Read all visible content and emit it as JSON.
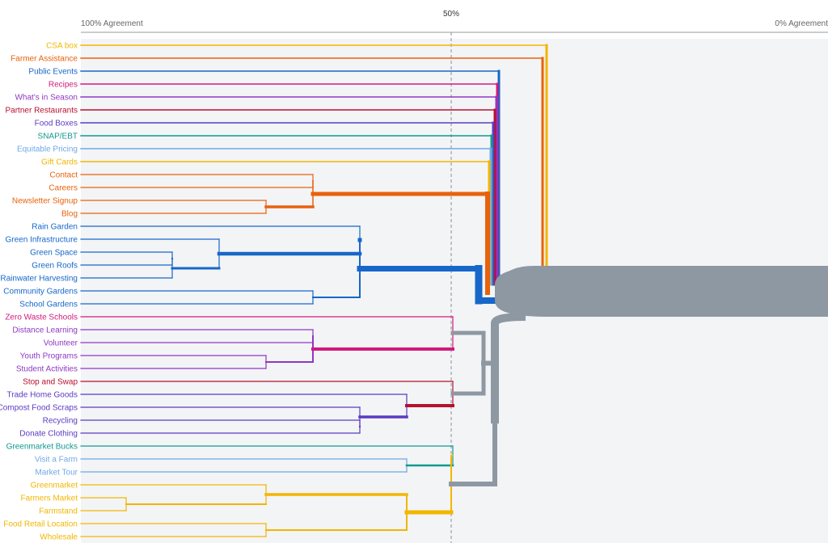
{
  "axis": {
    "left_label": "100% Agreement",
    "middle_label": "50%",
    "right_label": "0% Agreement"
  },
  "colors": {
    "background_panel": "#f3f4f6",
    "axis_line": "#999999",
    "midline": "#8a9099",
    "trunk": "#8e98a3"
  },
  "leaves": [
    {
      "label": "CSA box",
      "color": "#f2b600"
    },
    {
      "label": "Farmer Assistance",
      "color": "#e8620c"
    },
    {
      "label": "Public Events",
      "color": "#1667c9"
    },
    {
      "label": "Recipes",
      "color": "#d4197c"
    },
    {
      "label": "What's in Season",
      "color": "#8e38c2"
    },
    {
      "label": "Partner Restaurants",
      "color": "#b8102e"
    },
    {
      "label": "Food Boxes",
      "color": "#5a3bc4"
    },
    {
      "label": "SNAP/EBT",
      "color": "#12998f"
    },
    {
      "label": "Equitable Pricing",
      "color": "#6fa8e8"
    },
    {
      "label": "Gift Cards",
      "color": "#f2b600"
    },
    {
      "label": "Contact",
      "color": "#e8620c"
    },
    {
      "label": "Careers",
      "color": "#e8620c"
    },
    {
      "label": "Newsletter Signup",
      "color": "#e8620c"
    },
    {
      "label": "Blog",
      "color": "#e8620c"
    },
    {
      "label": "Rain Garden",
      "color": "#1667c9"
    },
    {
      "label": "Green Infrastructure",
      "color": "#1667c9"
    },
    {
      "label": "Green Space",
      "color": "#1667c9"
    },
    {
      "label": "Green Roofs",
      "color": "#1667c9"
    },
    {
      "label": "Rainwater Harvesting",
      "color": "#1667c9"
    },
    {
      "label": "Community Gardens",
      "color": "#1667c9"
    },
    {
      "label": "School Gardens",
      "color": "#1667c9"
    },
    {
      "label": "Zero Waste Schools",
      "color": "#d4197c"
    },
    {
      "label": "Distance Learning",
      "color": "#8e38c2"
    },
    {
      "label": "Volunteer",
      "color": "#8e38c2"
    },
    {
      "label": "Youth Programs",
      "color": "#8e38c2"
    },
    {
      "label": "Student Activities",
      "color": "#8e38c2"
    },
    {
      "label": "Stop and Swap",
      "color": "#b8102e"
    },
    {
      "label": "Trade Home Goods",
      "color": "#5a3bc4"
    },
    {
      "label": "Compost Food Scraps",
      "color": "#5a3bc4"
    },
    {
      "label": "Recycling",
      "color": "#5a3bc4"
    },
    {
      "label": "Donate Clothing",
      "color": "#5a3bc4"
    },
    {
      "label": "Greenmarket Bucks",
      "color": "#12998f"
    },
    {
      "label": "Visit a Farm",
      "color": "#6fa8e8"
    },
    {
      "label": "Market Tour",
      "color": "#6fa8e8"
    },
    {
      "label": "Greenmarket",
      "color": "#f2b600"
    },
    {
      "label": "Farmers Market",
      "color": "#f2b600"
    },
    {
      "label": "Farmstand",
      "color": "#f2b600"
    },
    {
      "label": "Food Retail Location",
      "color": "#f2b600"
    },
    {
      "label": "Wholesale",
      "color": "#f2b600"
    }
  ]
}
